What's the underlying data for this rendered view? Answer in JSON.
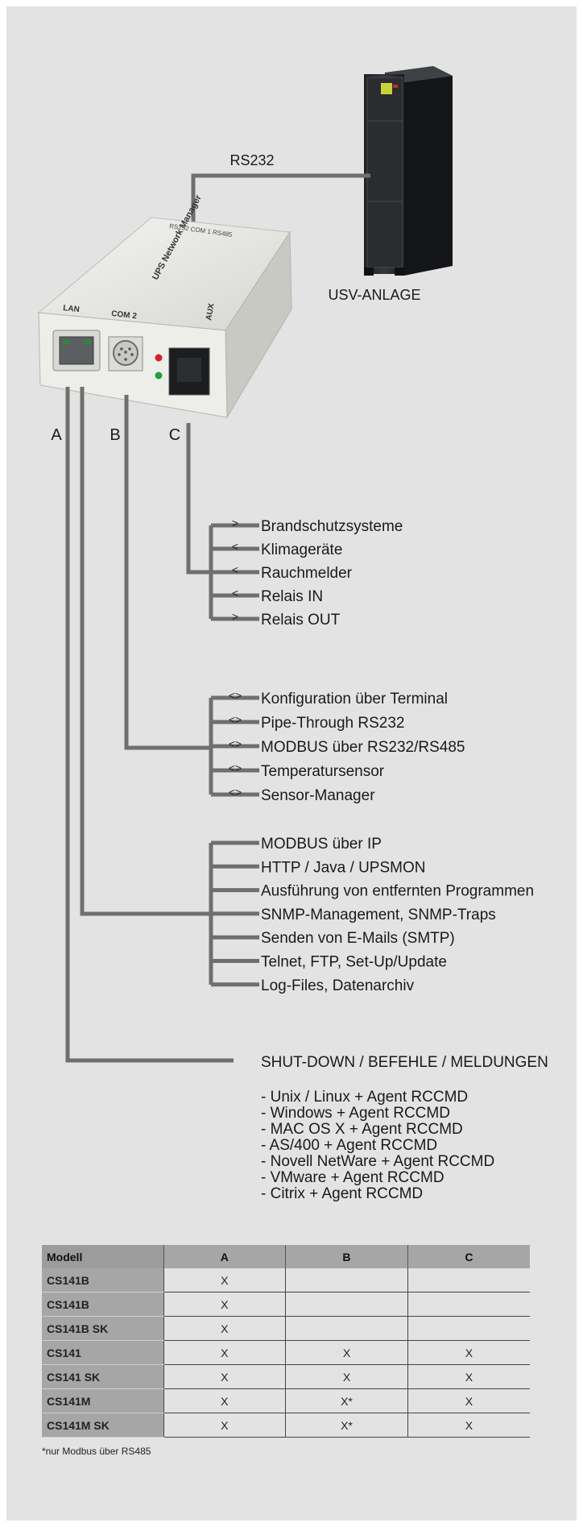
{
  "upper_link_label": "RS232",
  "ups_label": "USV-ANLAGE",
  "device_labels": {
    "product": "UPS Network Manager",
    "top_ports": "RS232   COM 1   RS485",
    "side_lan": "LAN",
    "side_com2": "COM 2",
    "side_aux": "AUX"
  },
  "port_labels": [
    "A",
    "B",
    "C"
  ],
  "groups": {
    "c": {
      "items": [
        {
          "arrow": ">",
          "label": "Brandschutzsysteme"
        },
        {
          "arrow": "<",
          "label": "Klimageräte"
        },
        {
          "arrow": "<",
          "label": "Rauchmelder"
        },
        {
          "arrow": "<",
          "label": "Relais IN"
        },
        {
          "arrow": ">",
          "label": "Relais OUT"
        }
      ]
    },
    "b": {
      "items": [
        {
          "arrow": "<>",
          "label": "Konfiguration über Terminal"
        },
        {
          "arrow": "<>",
          "label": "Pipe-Through RS232"
        },
        {
          "arrow": "<>",
          "label": "MODBUS über RS232/RS485"
        },
        {
          "arrow": "<>",
          "label": "Temperatursensor"
        },
        {
          "arrow": "<>",
          "label": "Sensor-Manager"
        }
      ]
    },
    "a": {
      "items": [
        {
          "label": "MODBUS über IP"
        },
        {
          "label": "HTTP / Java / UPSMON"
        },
        {
          "label": "Ausführung von entfernten Programmen"
        },
        {
          "label": "SNMP-Management, SNMP-Traps"
        },
        {
          "label": "Senden von E-Mails (SMTP)"
        },
        {
          "label": "Telnet, FTP, Set-Up/Update"
        },
        {
          "label": "Log-Files, Datenarchiv"
        }
      ]
    }
  },
  "shutdown_label": "SHUT-DOWN / BEFEHLE / MELDUNGEN",
  "os_list": [
    "- Unix / Linux + Agent RCCMD",
    "- Windows + Agent RCCMD",
    "- MAC OS X + Agent RCCMD",
    "- AS/400 + Agent RCCMD",
    "- Novell NetWare + Agent RCCMD",
    "- VMware + Agent RCCMD",
    "- Citrix + Agent RCCMD"
  ],
  "table": {
    "headers": [
      "Modell",
      "A",
      "B",
      "C"
    ],
    "rows": [
      [
        "CS141B",
        "X",
        "",
        ""
      ],
      [
        "CS141B",
        "X",
        "",
        ""
      ],
      [
        "CS141B SK",
        "X",
        "",
        ""
      ],
      [
        "CS141",
        "X",
        "X",
        "X"
      ],
      [
        "CS141 SK",
        "X",
        "X",
        "X"
      ],
      [
        "CS141M",
        "X",
        "X*",
        "X"
      ],
      [
        "CS141M SK",
        "X",
        "X*",
        "X"
      ]
    ]
  },
  "footnote": "*nur Modbus über RS485",
  "colors": {
    "panel_bg": "#e3e3e3",
    "wire": "#6f6f6f",
    "table_header": "#a6a6a6",
    "ups_cabinet": "#2b2d30",
    "ups_screen": "#c8d23a",
    "led_red": "#d42020",
    "led_green": "#1fa23a"
  }
}
